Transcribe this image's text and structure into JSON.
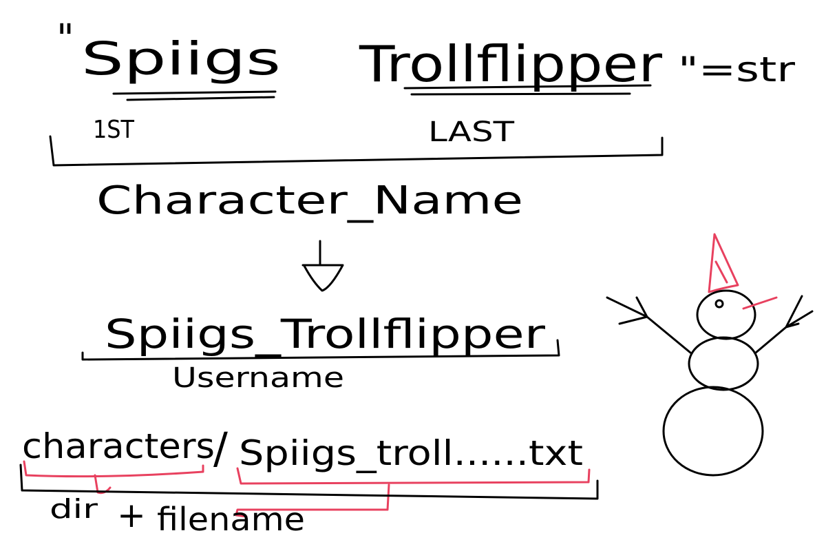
{
  "string_assignment": {
    "open_quote": "\"",
    "first_name": "Spiigs",
    "last_name": "Trollflipper",
    "close_quote_assignment": "\"=str"
  },
  "part_labels": {
    "first": "1ST",
    "last": "LAST"
  },
  "group_label": "Character_Name",
  "result": {
    "username": "Spiigs_Trollflipper",
    "caption": "Username"
  },
  "path": {
    "directory": "characters",
    "separator": "/",
    "filename": "Spiigs_troll......txt",
    "dir_label": "dir",
    "plus": "+",
    "filename_label": "filename"
  },
  "snowman": {
    "hat_color": "#e8415f",
    "nose_color": "#e8415f",
    "line_color": "#000000"
  }
}
